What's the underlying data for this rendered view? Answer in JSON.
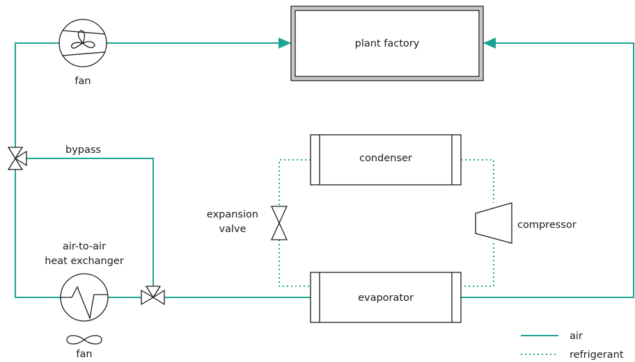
{
  "components": {
    "plant_factory": "plant factory",
    "condenser": "condenser",
    "evaporator": "evaporator",
    "compressor": "compressor",
    "expansion_valve_line1": "expansion",
    "expansion_valve_line2": "valve",
    "hx_line1": "air-to-air",
    "hx_line2": "heat exchanger",
    "fan_top": "fan",
    "fan_bottom": "fan",
    "bypass": "bypass"
  },
  "legend": {
    "air": "air",
    "refrigerant": "refrigerant"
  },
  "colors": {
    "air_line": "#1aa394",
    "refrigerant_line": "#1aa394",
    "outline": "#1a1a1a"
  },
  "icons": [
    "fan-icon",
    "heat-exchanger-icon",
    "three-way-valve-icon",
    "expansion-valve-icon",
    "compressor-icon",
    "flow-arrow-icon"
  ]
}
